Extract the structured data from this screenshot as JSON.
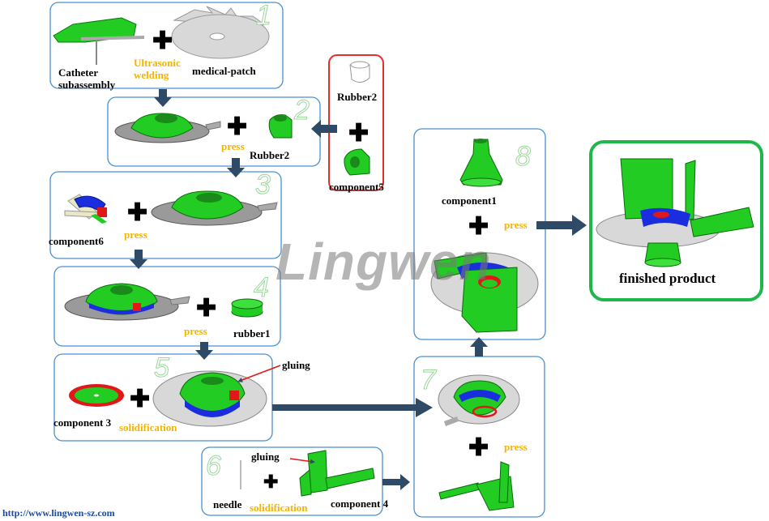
{
  "steps": [
    "1",
    "2",
    "3",
    "4",
    "5",
    "6",
    "7",
    "8"
  ],
  "labels": {
    "catheter": "Catheter subassembly",
    "ultrasonic": "Ultrasonic welding",
    "medical_patch": "medical-patch",
    "rubber2_top": "Rubber2",
    "component5": "component5",
    "press2": "press",
    "rubber2_step2": "Rubber2",
    "component6": "component6",
    "press3": "press",
    "press4": "press",
    "rubber1": "rubber1",
    "gluing5": "gluing",
    "component3": "component 3",
    "solidification5": "solidification",
    "needle": "needle",
    "gluing6": "gluing",
    "solidification6": "solidification",
    "component4": "component 4",
    "press7": "press",
    "component1": "component1",
    "press8": "press",
    "finished": "finished product"
  },
  "watermark": "Lingwen",
  "url": "http://www.lingwen-sz.com",
  "colors": {
    "box_border": "#4a8fd0",
    "arrow": "#2f4a66",
    "green": "#22cc22",
    "blue": "#1a2ee0",
    "red": "#e01818",
    "final_border": "#1eb84a",
    "red_box": "#e03030",
    "accent_text": "#f5b400"
  }
}
